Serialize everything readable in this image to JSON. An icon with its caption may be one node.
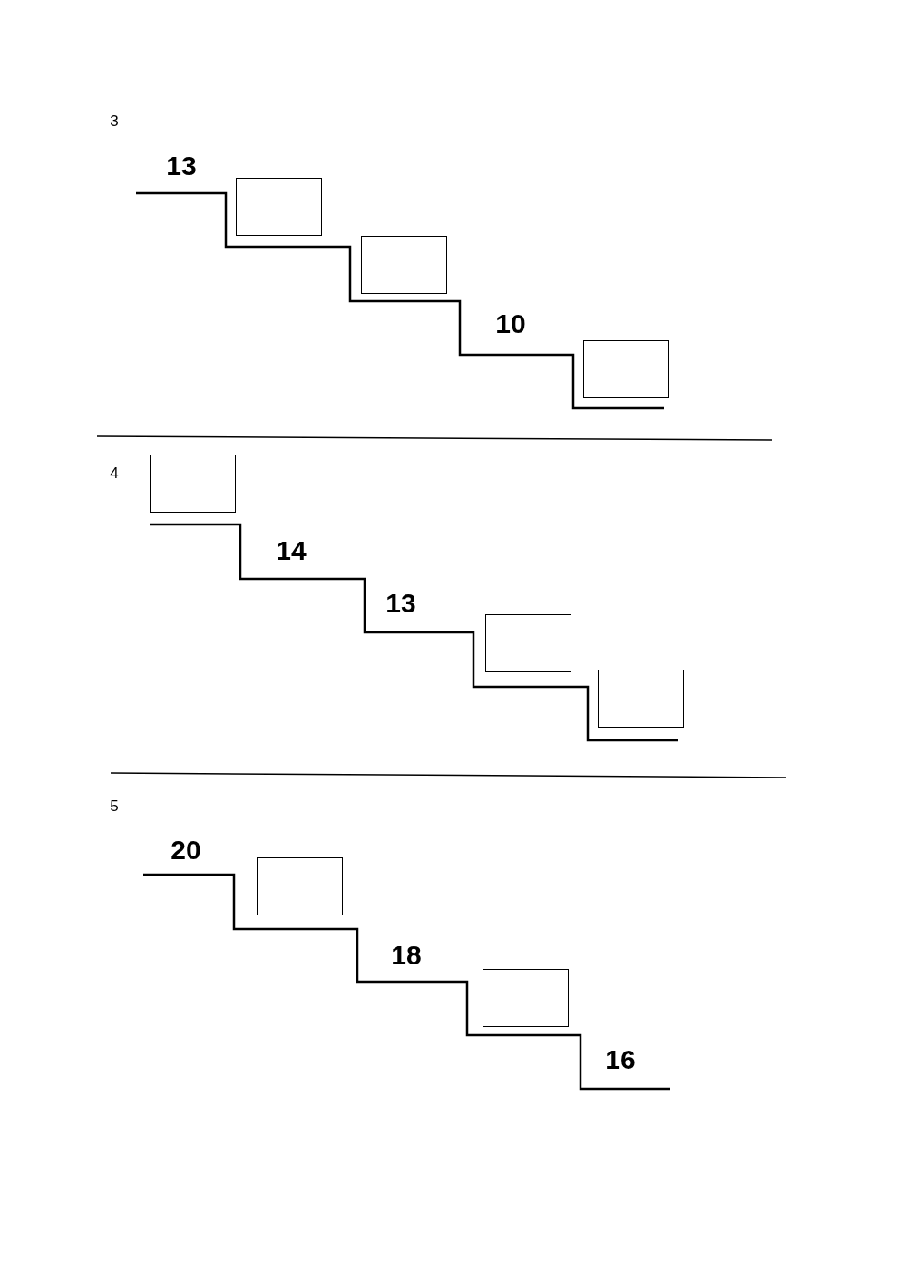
{
  "diagram": {
    "nodes": [
      {
        "text": [],
        "shape": "box"
      },
      {
        "text": [],
        "shape": "box"
      },
      {
        "text": [],
        "shape": "box"
      },
      {
        "text": [],
        "shape": "box"
      },
      {
        "text": [],
        "shape": "box"
      },
      {
        "text": [],
        "shape": "box"
      },
      {
        "text": [],
        "shape": "box"
      },
      {
        "text": [],
        "shape": "box"
      }
    ],
    "labels": [
      "3",
      "13",
      "10",
      "4",
      "14",
      "13",
      "5",
      "20",
      "18",
      "16"
    ]
  }
}
